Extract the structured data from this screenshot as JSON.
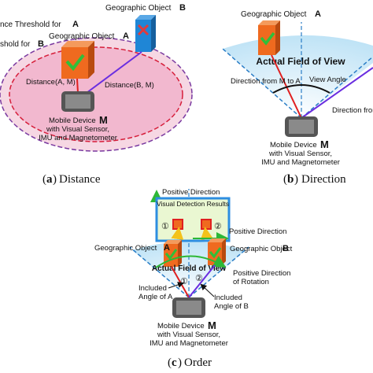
{
  "colors": {
    "threshold_a_fill": "#f2b8cf",
    "threshold_a_stroke": "#7a3aa0",
    "threshold_b_fill": "#f6d7e3",
    "threshold_b_stroke": "#d61e3a",
    "object_a": "#ef6a1f",
    "object_b": "#1f86d6",
    "check_green": "#2fbf3a",
    "cross_red": "#e23b3b",
    "line_red": "#e02020",
    "line_purple": "#6a2ee0",
    "fov_fill": "#cfe8f7",
    "fov_text": "#bfe0f4",
    "detect_box": "#2d8ee0",
    "detect_fill": "#eaf7d2",
    "positive_dir": "#2db836"
  },
  "panel_a": {
    "threshold_a_label": "nce Threshold for",
    "threshold_a_letter": "A",
    "threshold_b_label": "shold for",
    "threshold_b_letter": "B",
    "object_a_label": "Geographic Object",
    "object_a_letter": "A",
    "object_b_label": "Geographic Object",
    "object_b_letter": "B",
    "distance_a_label": "Distance(A, M)",
    "distance_b_label": "Distance(B, M)",
    "device_line1": "Mobile Device",
    "device_letter": "M",
    "device_line2": "with Visual Sensor,",
    "device_line3": "IMU and Magnetometer",
    "caption_letter": "a",
    "caption_text": "Distance"
  },
  "panel_b": {
    "object_a_label": "Geographic Object",
    "object_a_letter": "A",
    "fov_label": "Actual Field of View",
    "direction_label": "Direction from M to A",
    "view_angle_label": "View Angle",
    "direction_from_label": "Direction from",
    "device_line1": "Mobile Device",
    "device_letter": "M",
    "device_line2": "with Visual Sensor,",
    "device_line3": "IMU and Magnetometer",
    "caption_letter": "b",
    "caption_text": "Direction"
  },
  "panel_c": {
    "positive_direction_up": "Positive Direction",
    "detection_title": "Visual Detection Results",
    "marker_1": "①",
    "marker_2": "②",
    "positive_direction_right": "Positive Direction",
    "object_a_label": "Geographic Object",
    "object_a_letter": "A",
    "object_b_label": "Geographic Object",
    "object_b_letter": "B",
    "fov_label": "Actual Field of View",
    "rotation_line1": "Positive Direction",
    "rotation_line2": "of Rotation",
    "included_a_line1": "Included",
    "included_a_line2": "Angle of A",
    "included_b_line1": "Included",
    "included_b_line2": "Angle of B",
    "device_line1": "Mobile Device",
    "device_letter": "M",
    "device_line2": "with Visual Sensor,",
    "device_line3": "IMU and Magnetometer",
    "caption_letter": "c",
    "caption_text": "Order"
  }
}
